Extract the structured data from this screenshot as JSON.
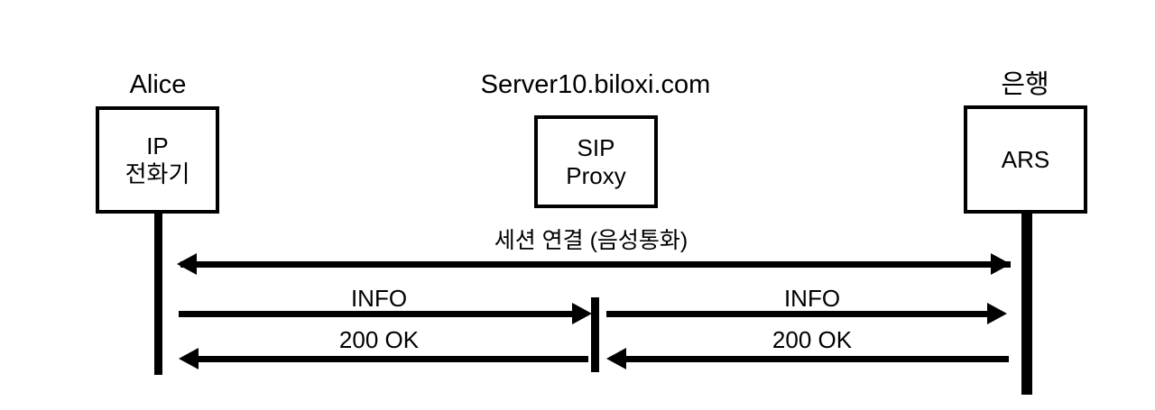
{
  "diagram": {
    "type": "sequence-diagram",
    "background_color": "#ffffff",
    "stroke_color": "#000000",
    "actors": [
      {
        "id": "alice",
        "title": "Alice",
        "box_lines": [
          "IP",
          "전화기"
        ],
        "box_line1": "IP",
        "box_line2": "전화기"
      },
      {
        "id": "proxy",
        "title": "Server10.biloxi.com",
        "box_lines": [
          "SIP",
          "Proxy"
        ],
        "box_line1": "SIP",
        "box_line2": "Proxy"
      },
      {
        "id": "bank",
        "title": "은행",
        "box_lines": [
          "ARS"
        ],
        "box_line1": "ARS"
      }
    ],
    "messages": [
      {
        "id": "session",
        "label": "세션 연결 (음성통화)",
        "from": "alice",
        "to": "bank",
        "direction": "bidirectional",
        "spans": "end-to-end"
      },
      {
        "id": "info-left",
        "label": "INFO",
        "from": "alice",
        "to": "proxy",
        "direction": "right"
      },
      {
        "id": "info-right",
        "label": "INFO",
        "from": "proxy",
        "to": "bank",
        "direction": "right"
      },
      {
        "id": "ok-left",
        "label": "200 OK",
        "from": "proxy",
        "to": "alice",
        "direction": "left"
      },
      {
        "id": "ok-right",
        "label": "200 OK",
        "from": "bank",
        "to": "proxy",
        "direction": "left"
      }
    ]
  }
}
